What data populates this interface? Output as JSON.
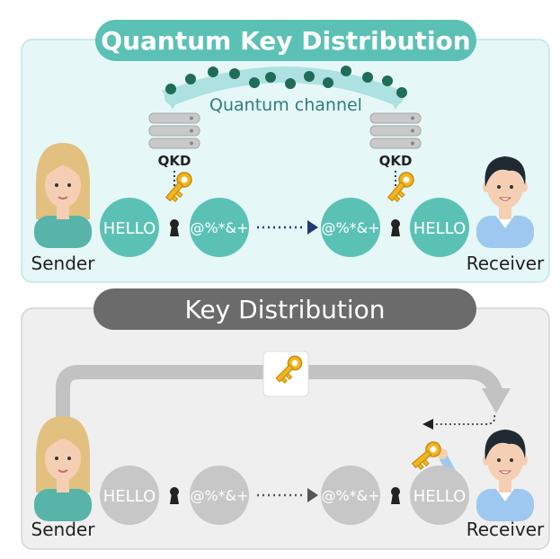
{
  "quantum": {
    "title": "Quantum Key Distribution",
    "channel_label": "Quantum channel",
    "qkd_left": "QKD",
    "qkd_right": "QKD",
    "plain_left": "HELLO",
    "cipher_left": "@%*&+",
    "cipher_right": "@%*&+",
    "plain_right": "HELLO",
    "sender": "Sender",
    "receiver": "Receiver"
  },
  "classical": {
    "title": "Key Distribution",
    "plain_left": "HELLO",
    "cipher_left": "@%*&+",
    "cipher_right": "@%*&+",
    "plain_right": "HELLO",
    "sender": "Sender",
    "receiver": "Receiver"
  },
  "icons": {
    "key": "key-icon",
    "lock": "keyhole-icon",
    "server": "server-icon",
    "person": "person-icon"
  },
  "colors": {
    "quantum_accent": "#5cc1b5",
    "quantum_panel": "#e6f7f8",
    "classical_accent": "#6b6b6b",
    "classical_panel": "#efefef",
    "gray_bubble": "#c7c7c7",
    "key_gold": "#f2b520",
    "arrow_navy": "#213a7a"
  }
}
